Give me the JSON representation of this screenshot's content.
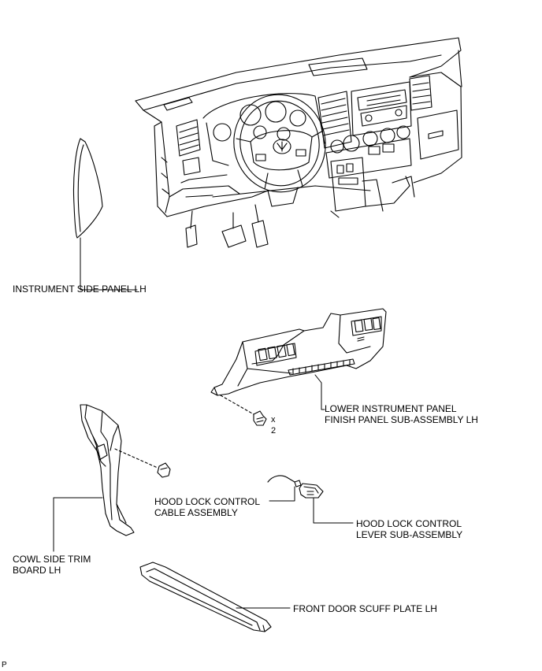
{
  "labels": {
    "instrument_side_panel": "INSTRUMENT SIDE PANEL LH",
    "lower_panel_line1": "LOWER INSTRUMENT PANEL",
    "lower_panel_line2": "FINISH PANEL SUB-ASSEMBLY LH",
    "cable_line1": "HOOD LOCK CONTROL",
    "cable_line2": "CABLE ASSEMBLY",
    "lever_line1": "HOOD LOCK CONTROL",
    "lever_line2": "LEVER SUB-ASSEMBLY",
    "cowl_line1": "COWL SIDE TRIM",
    "cowl_line2": "BOARD LH",
    "scuff_plate": "FRONT DOOR SCUFF PLATE LH",
    "qty_x": "x",
    "qty_n": "2",
    "corner_code": "P"
  }
}
